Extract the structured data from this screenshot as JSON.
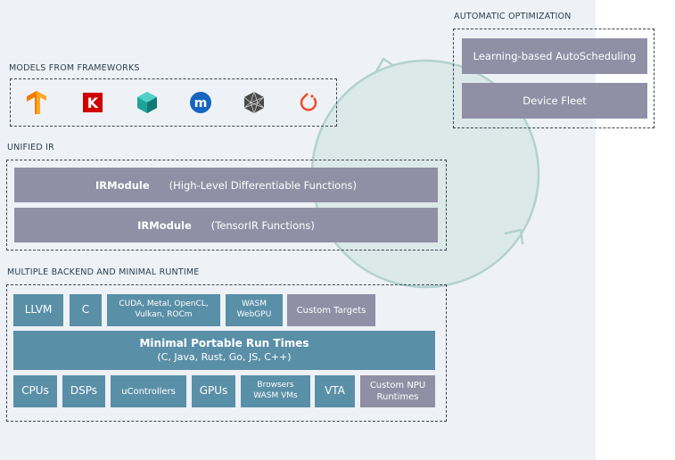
{
  "sections": {
    "automatic_optimization": "AUTOMATIC OPTIMIZATION",
    "models_from_frameworks": "MODELS FROM FRAMEWORKS",
    "unified_ir": "UNIFIED IR",
    "multiple_backend": "MULTIPLE BACKEND AND MINIMAL RUNTIME"
  },
  "auto_opt": {
    "items": [
      "Learning-based AutoScheduling",
      "Device Fleet"
    ]
  },
  "frameworks": [
    {
      "icon": "tensorflow-icon",
      "color": "#f57c00"
    },
    {
      "icon": "keras-icon",
      "color": "#d00000",
      "letter": "K"
    },
    {
      "icon": "tflite-icon",
      "color": "#1fa39a"
    },
    {
      "icon": "mxnet-icon",
      "color": "#1565c0",
      "letter": "m"
    },
    {
      "icon": "onnx-icon",
      "color": "#4a4a4a"
    },
    {
      "icon": "pytorch-icon",
      "color": "#ee4c2c"
    }
  ],
  "ir": {
    "high_level": {
      "name": "IRModule",
      "desc": "(High-Level Differentiable Functions)"
    },
    "tensor_ir": {
      "name": "IRModule",
      "desc": "(TensorIR Functions)"
    }
  },
  "backend": {
    "targets": {
      "llvm": "LLVM",
      "c": "C",
      "gpu_apis": "CUDA, Metal, OpenCL,\nVulkan, ROCm",
      "wasm": "WASM\nWebGPU",
      "custom": "Custom Targets"
    },
    "runtime": {
      "title": "Minimal Portable Run Times",
      "languages": "(C, Java, Rust, Go, JS, C++)"
    },
    "devices": {
      "cpus": "CPUs",
      "dsps": "DSPs",
      "ucontrollers": "uControllers",
      "gpus": "GPUs",
      "browsers": "Browsers\nWASM VMs",
      "vta": "VTA",
      "custom_npu": "Custom NPU\nRuntimes"
    }
  },
  "colors": {
    "teal": "#5a8fa8",
    "grey": "#908fa6",
    "cycle": "#c5ddd9",
    "panel": "#eef2f6"
  }
}
